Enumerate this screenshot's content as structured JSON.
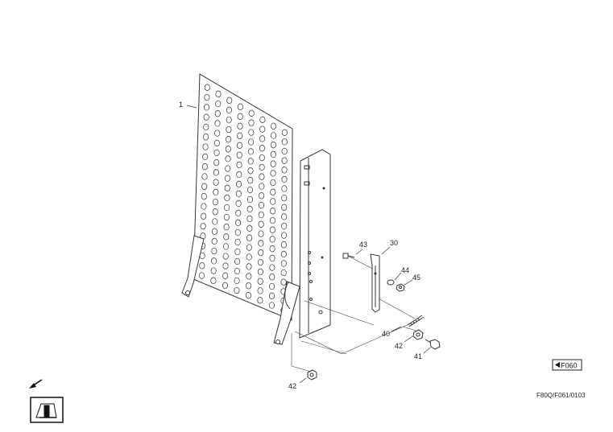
{
  "parts": [
    {
      "id": "p1",
      "number": "1"
    },
    {
      "id": "p30",
      "number": "30"
    },
    {
      "id": "p40",
      "number": "40"
    },
    {
      "id": "p41",
      "number": "41"
    },
    {
      "id": "p42a",
      "number": "42"
    },
    {
      "id": "p42b",
      "number": "42"
    },
    {
      "id": "p43",
      "number": "43"
    },
    {
      "id": "p44",
      "number": "44"
    },
    {
      "id": "p45",
      "number": "45"
    }
  ],
  "page_ref": {
    "label": "F060",
    "icon": "left-triangle-icon"
  },
  "drawing_code": "F80Q/F061/0103",
  "icons": {
    "direction": "direction-arrow-icon",
    "cab": "cab-view-icon"
  }
}
